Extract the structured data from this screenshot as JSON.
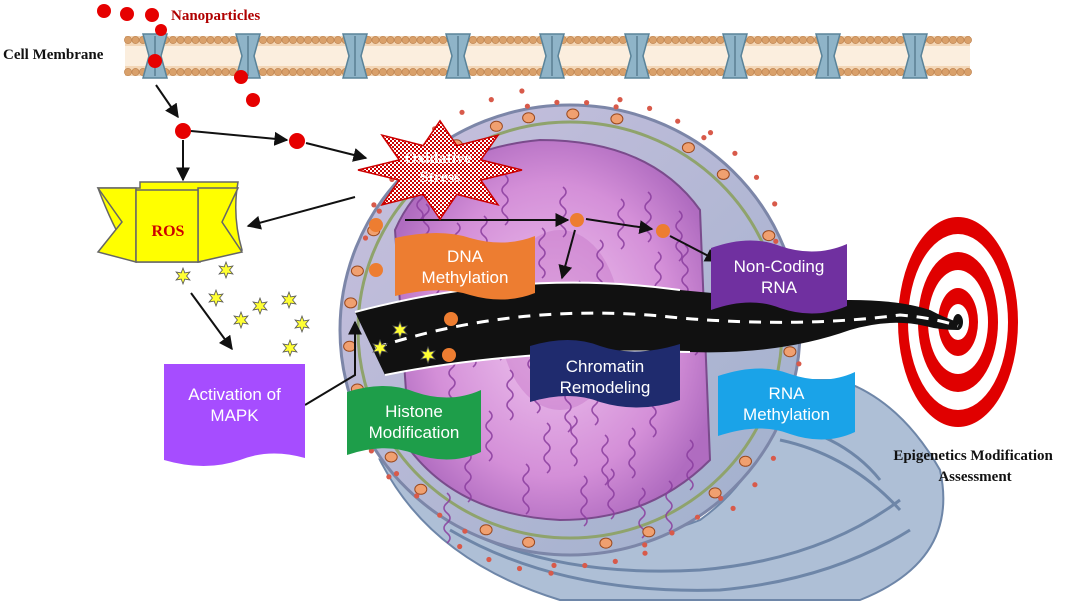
{
  "labels": {
    "nanoparticles": "Nanoparticles",
    "cell_membrane": "Cell Membrane",
    "oxidative_stress": "Oxidative\nStress",
    "ros": "ROS",
    "activation_mapk": "Activation of\nMAPK",
    "dna_methylation": "DNA\nMethylation",
    "histone_modification": "Histone\nModification",
    "chromatin_remodeling": "Chromatin\nRemodeling",
    "non_coding_rna": "Non-Coding\nRNA",
    "rna_methylation": "RNA\nMethylation",
    "assessment": "Epigenetics Modification\nAssessment"
  },
  "colors": {
    "nanoparticle": "#e60000",
    "nanoparticle_label": "#b00000",
    "ros_banner": "#ffff00",
    "ros_text": "#cc0000",
    "oxidative_stress": "#cc0000",
    "dna_methylation": "#ed7d31",
    "histone_modification": "#1e9e4a",
    "chromatin_remodeling": "#1f2b6e",
    "non_coding_rna": "#7030a0",
    "rna_methylation": "#1aa3e8",
    "activation_mapk": "#a64dff",
    "target_red": "#e00000",
    "road": "#111111",
    "orange_particle": "#ed7d31",
    "yellow_star": "#ffff33"
  }
}
